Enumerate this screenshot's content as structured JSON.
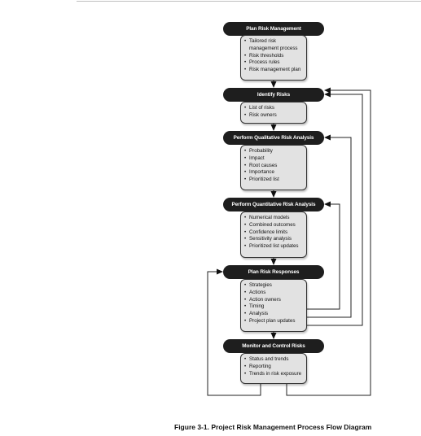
{
  "steps": [
    {
      "title": "Plan Risk Management",
      "items": [
        "Tailored risk management process",
        "Risk thresholds",
        "Process rules",
        "Risk management plan"
      ]
    },
    {
      "title": "Identify Risks",
      "items": [
        "List of risks",
        "Risk owners"
      ]
    },
    {
      "title": "Perform Qualitative Risk Analysis",
      "items": [
        "Probability",
        "Impact",
        "Root causes",
        "Importance",
        "Prioritized list"
      ]
    },
    {
      "title": "Perform Quantitative Risk Analysis",
      "items": [
        "Numerical models",
        "Combined outcomes",
        "Confidence limits",
        "Sensitivity analysis",
        "Prioritized list updates"
      ]
    },
    {
      "title": "Plan Risk Responses",
      "items": [
        "Strategies",
        "Actions",
        "Action owners",
        "Timing",
        "Analysis",
        "Project plan updates"
      ]
    },
    {
      "title": "Monitor and Control Risks",
      "items": [
        "Status and trends",
        "Reporting",
        "Trends in risk exposure"
      ]
    }
  ],
  "caption": "Figure 3-1. Project Risk Management Process Flow Diagram"
}
